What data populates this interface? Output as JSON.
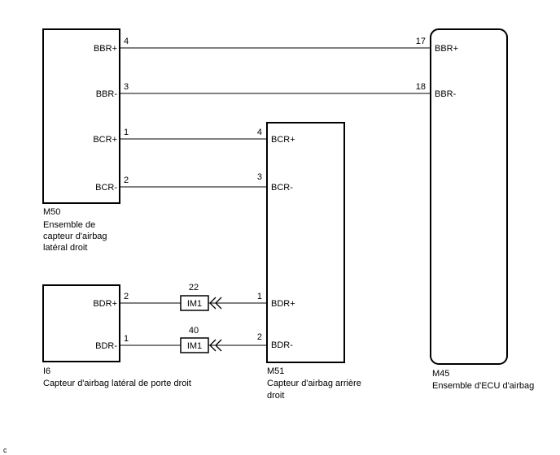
{
  "components": {
    "m50": {
      "code": "M50",
      "desc": [
        "Ensemble de",
        "capteur d'airbag",
        "latéral droit"
      ]
    },
    "m45": {
      "code": "M45",
      "desc": [
        "Ensemble d'ECU d'airbag"
      ]
    },
    "m51": {
      "code": "M51",
      "desc": [
        "Capteur d'airbag arrière",
        "droit"
      ]
    },
    "i6": {
      "code": "I6",
      "desc": [
        "Capteur d'airbag latéral de porte droit"
      ]
    }
  },
  "pins": {
    "m50_bbrp": {
      "num": "4",
      "label": "BBR+"
    },
    "m50_bbrm": {
      "num": "3",
      "label": "BBR-"
    },
    "m50_bcrp": {
      "num": "1",
      "label": "BCR+"
    },
    "m50_bcrm": {
      "num": "2",
      "label": "BCR-"
    },
    "m45_bbrp": {
      "num": "17",
      "label": "BBR+"
    },
    "m45_bbrm": {
      "num": "18",
      "label": "BBR-"
    },
    "m51_bcrp": {
      "num": "4",
      "label": "BCR+"
    },
    "m51_bcrm": {
      "num": "3",
      "label": "BCR-"
    },
    "m51_bdrp": {
      "num": "1",
      "label": "BDR+"
    },
    "m51_bdrm": {
      "num": "2",
      "label": "BDR-"
    },
    "i6_bdrp": {
      "num": "2",
      "label": "BDR+"
    },
    "i6_bdrm": {
      "num": "1",
      "label": "BDR-"
    }
  },
  "connectors": [
    {
      "name": "IM1",
      "pin": "22"
    },
    {
      "name": "IM1",
      "pin": "40"
    }
  ],
  "corner_mark": "c"
}
